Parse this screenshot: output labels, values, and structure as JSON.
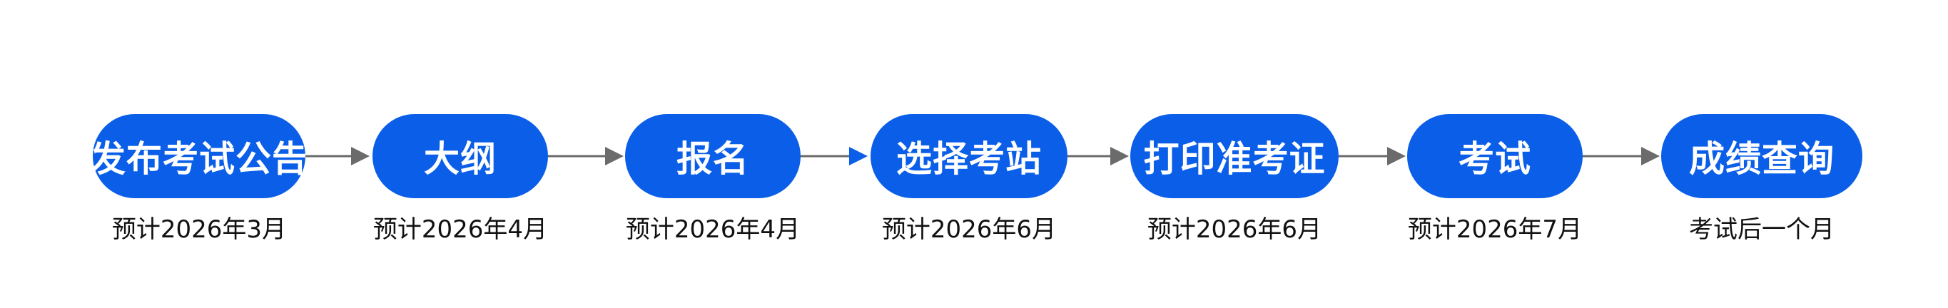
{
  "colors": {
    "pill": "#0a5ee8",
    "pill_text": "#ffffff",
    "date_text": "#111111",
    "arrow": "#6b6b6b",
    "arrow_highlight": "#0a5ee8"
  },
  "steps": [
    {
      "label": "发布考试公告",
      "date": "预计2026年3月"
    },
    {
      "label": "大纲",
      "date": "预计2026年4月"
    },
    {
      "label": "报名",
      "date": "预计2026年4月"
    },
    {
      "label": "选择考站",
      "date": "预计2026年6月"
    },
    {
      "label": "打印准考证",
      "date": "预计2026年6月"
    },
    {
      "label": "考试",
      "date": "预计2026年7月"
    },
    {
      "label": "成绩查询",
      "date": "考试后一个月"
    }
  ]
}
